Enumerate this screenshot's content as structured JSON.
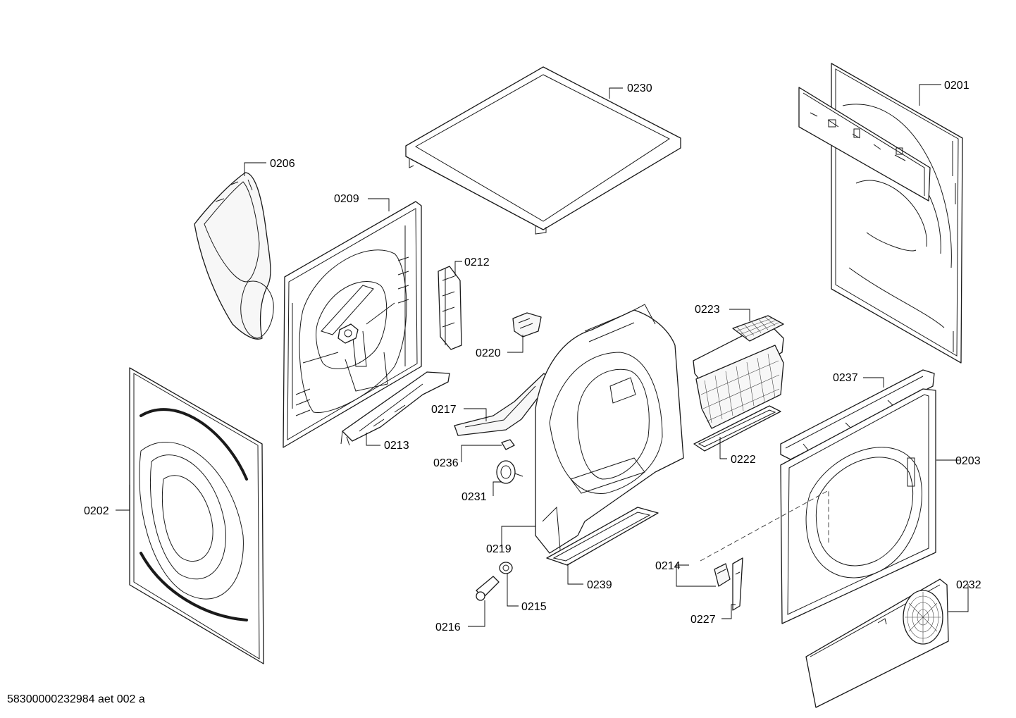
{
  "document_id": "58300000232984 aet 002 a",
  "labels": {
    "p0201": "0201",
    "p0202": "0202",
    "p0203": "0203",
    "p0206": "0206",
    "p0209": "0209",
    "p0212": "0212",
    "p0213": "0213",
    "p0214": "0214",
    "p0215": "0215",
    "p0216": "0216",
    "p0217": "0217",
    "p0219": "0219",
    "p0220": "0220",
    "p0222": "0222",
    "p0223": "0223",
    "p0227": "0227",
    "p0230": "0230",
    "p0231": "0231",
    "p0232": "0232",
    "p0236": "0236",
    "p0237": "0237",
    "p0239": "0239"
  }
}
